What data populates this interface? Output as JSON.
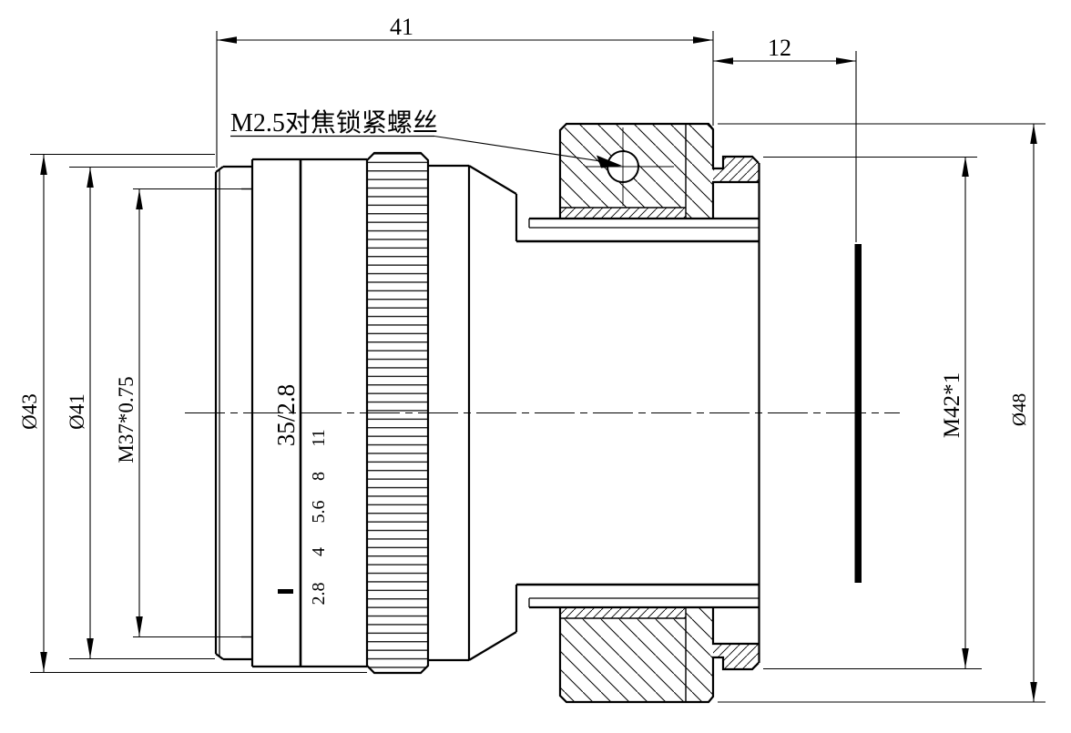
{
  "drawing": {
    "callout_label": "M2.5对焦锁紧螺丝",
    "lens_marking": "35/2.8",
    "aperture_scale": [
      "2.8",
      "4",
      "5.6",
      "8",
      "11"
    ],
    "dimensions": {
      "total_length": "41",
      "rear_length": "12",
      "focus_ring_diameter": "Ø43",
      "front_ring_diameter": "Ø41",
      "front_filter_thread": "M37*0.75",
      "rear_mount_thread": "M42*1",
      "flange_diameter": "Ø48"
    },
    "colors": {
      "ink": "#000000",
      "paper": "#ffffff"
    }
  }
}
